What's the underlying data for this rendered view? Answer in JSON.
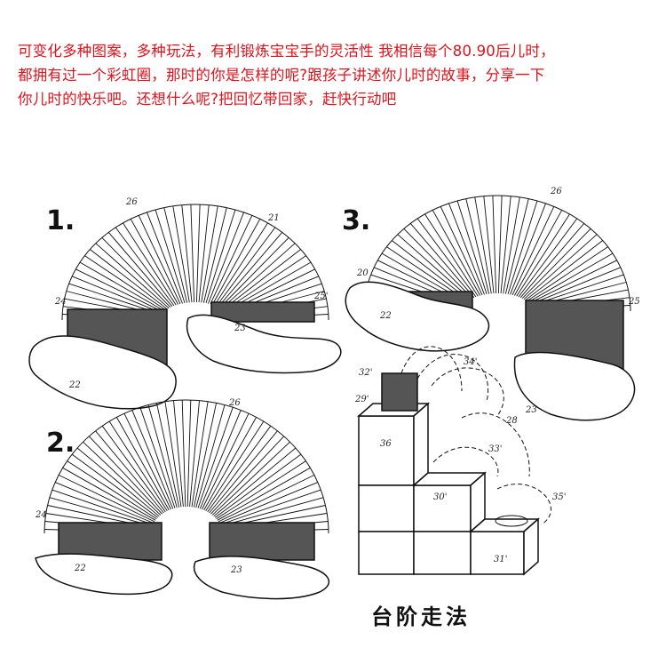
{
  "caption": {
    "line1": "可变化多种图案，多种玩法，有利锻炼宝宝手的灵活性  我相信每个80.90后儿时，",
    "line2": "都拥有过一个彩虹圈，那时的你是怎样的呢?跟孩子讲述你儿时的故事，分享一下",
    "line3": "你儿时的快乐吧。还想什么呢?把回忆带回家，赶快行动吧"
  },
  "illustration": {
    "steps": [
      "1.",
      "2.",
      "3."
    ],
    "method_label": "台阶走法",
    "refs": {
      "a": "26",
      "b": "21",
      "c": "24",
      "d": "25'",
      "e": "22",
      "f": "23",
      "g": "26",
      "h": "24",
      "i": "22",
      "j": "23",
      "k": "26",
      "l": "20",
      "m": "22",
      "n": "25",
      "o": "23",
      "p": "32'",
      "q": "34'",
      "r": "29'",
      "s": "36",
      "t": "28",
      "u": "33'",
      "v": "30'",
      "w": "35'",
      "x": "31'"
    }
  }
}
